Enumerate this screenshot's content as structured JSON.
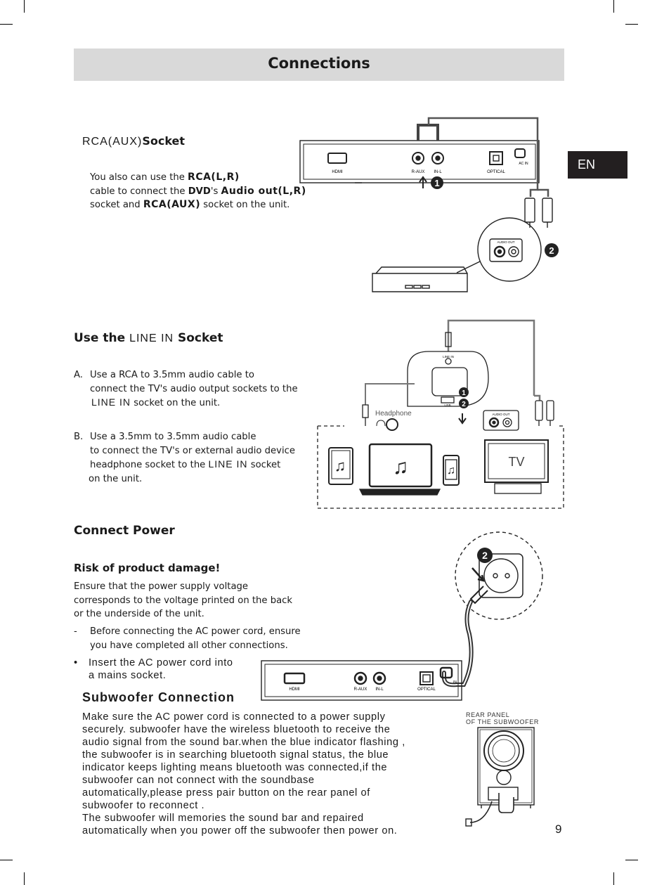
{
  "header": {
    "title": "Connections"
  },
  "lang_tab": "EN",
  "page_number": "9",
  "rca": {
    "title_kw": "RCA(AUX)",
    "title_rest": "Socket",
    "line1_a": "You also can use the ",
    "line1_kw": "RCA(L,R)",
    "line2_a": "cable to connect the ",
    "line2_dvd": "DVD",
    "line2_b": "'s ",
    "line2_kw": "Audio out(L,R)",
    "line3_a": "socket and ",
    "line3_kw": "RCA(AUX)",
    "line3_b": " socket on the unit."
  },
  "linein": {
    "title_a": "Use the ",
    "title_kw": "LINE IN",
    "title_b": " Socket",
    "a_marker": "A.",
    "a_line1": "Use a RCA to 3.5mm audio cable  to",
    "a_line2": "connect the TV's audio output sockets to the",
    "a_line3_kw": "LINE IN",
    "a_line3_b": " socket on the unit.",
    "b_marker": "B.",
    "b_line1": "Use a 3.5mm to 3.5mm audio cable",
    "b_line2": "to connect the TV's or external audio device",
    "b_line3_a": "headphone socket to the ",
    "b_line3_kw": "LINE IN",
    "b_line3_b": " socket",
    "b_line4": "on the unit."
  },
  "power": {
    "title": "Connect Power",
    "risk_title": "Risk of product damage!",
    "risk_line1": "Ensure that the power supply voltage",
    "risk_line2": "corresponds to the voltage printed on the back",
    "risk_line3": "or the underside of the unit.",
    "bullet1_marker": "-",
    "bullet1_line1": "Before connecting the AC power cord, ensure",
    "bullet1_line2": "you have completed all other connections.",
    "bullet2_marker": "•",
    "bullet2_line1": "Insert the AC power cord into",
    "bullet2_line2": "a mains socket."
  },
  "subwoofer": {
    "title": "Subwoofer Connection",
    "lines": [
      "Make sure the AC power cord is connected to a power supply",
      "securely. subwoofer have the wireless bluetooth to receive the",
      "audio signal from the sound bar.when the blue indicator flashing ,",
      "the subwoofer is in searching bluetooth signal status, the blue",
      "indicator keeps lighting means bluetooth was connected,if the",
      "subwoofer can not connect with the soundbase",
      "automatically,please press pair button on the rear panel of",
      "subwoofer to reconnect .",
      "The subwoofer will memories the sound bar and repaired",
      "automatically when you power off the subwoofer then power on."
    ],
    "rear_panel_line1": "REAR PANEL",
    "rear_panel_line2": "OF THE SUBWOOFER"
  },
  "diagram_labels": {
    "hdmi": "HDMI",
    "r_aux": "R-AUX",
    "in_l": "IN-L",
    "optical": "OPTICAL",
    "ac_in": "AC IN",
    "in": "IN",
    "audio_out": "AUDIO OUT",
    "line_in": "LINE IN",
    "usb": "USB",
    "headphone": "Headphone",
    "tv": "TV",
    "step1": "1",
    "step2": "2"
  },
  "colors": {
    "header_bg": "#d9d9d9",
    "tab_bg": "#231f20",
    "ink": "#1a1a1a"
  }
}
